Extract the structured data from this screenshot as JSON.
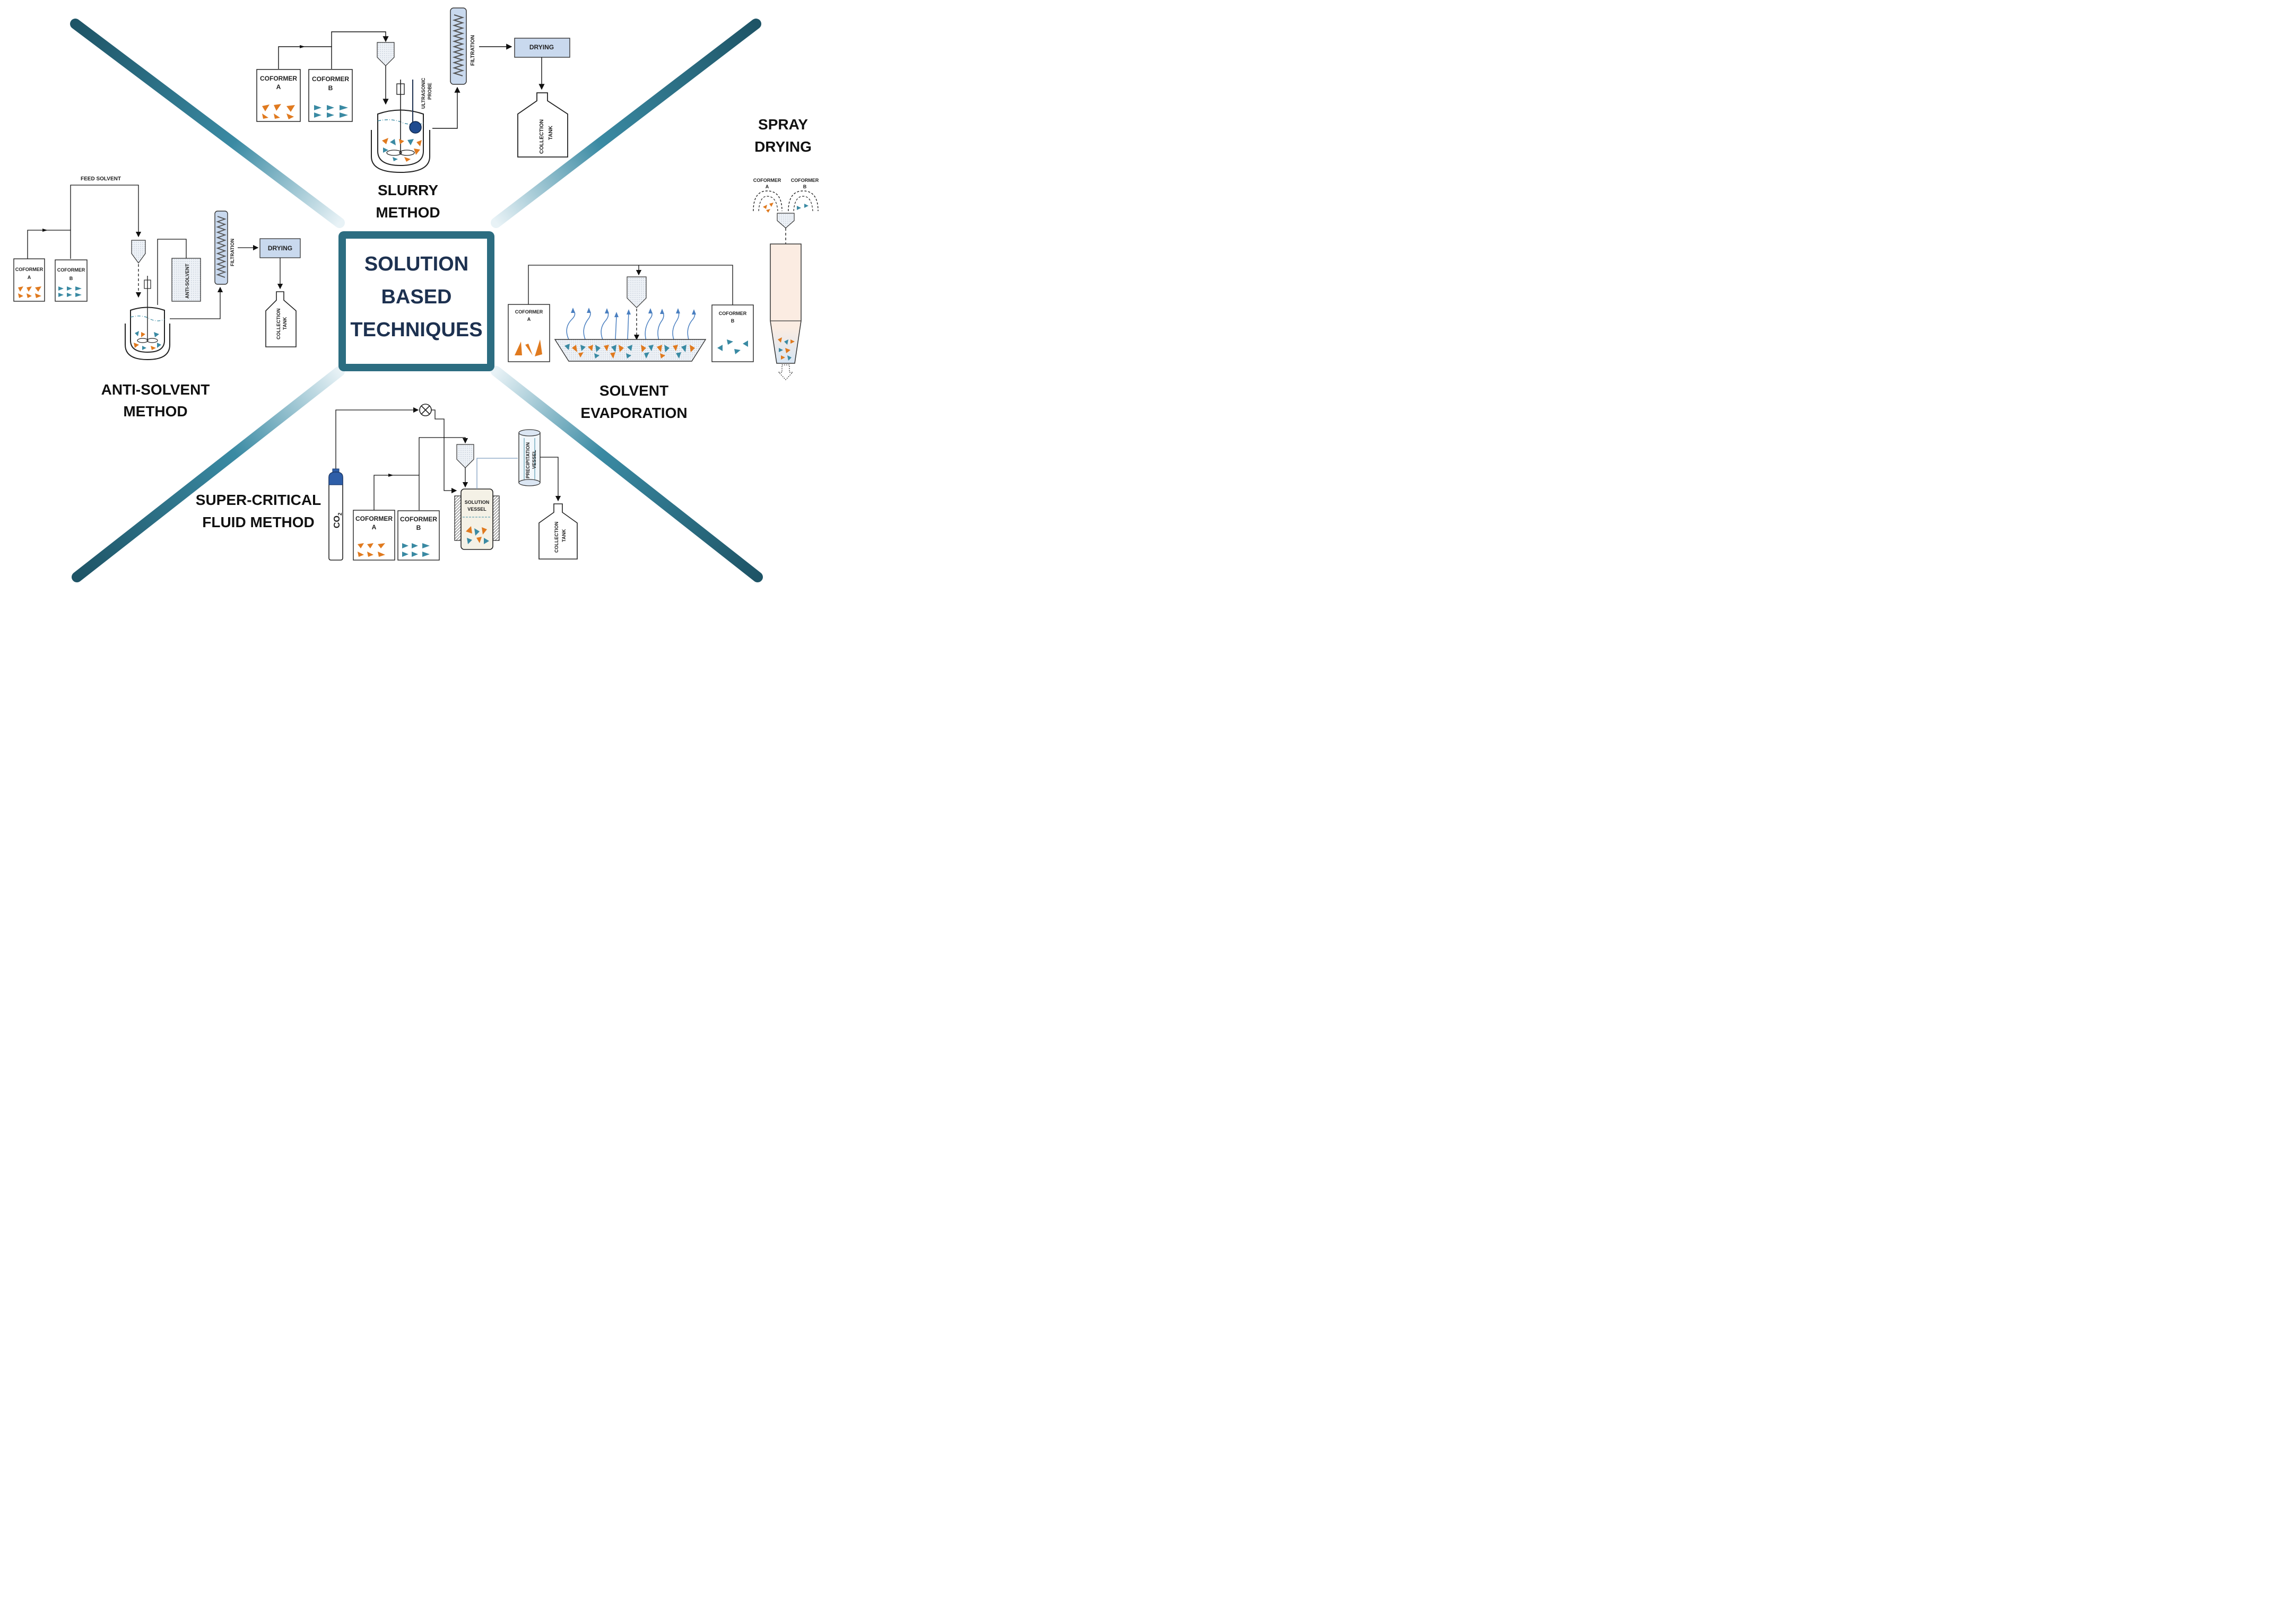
{
  "center": {
    "line1": "SOLUTION",
    "line2": "BASED",
    "line3": "TECHNIQUES"
  },
  "slurry": {
    "title1": "SLURRY",
    "title2": "METHOD",
    "coformer_a1": "COFORMER",
    "coformer_a2": "A",
    "coformer_b1": "COFORMER",
    "coformer_b2": "B",
    "probe1": "ULTRASONIC",
    "probe2": "PROBE",
    "filtration": "FILTRATION",
    "drying": "DRYING",
    "tank1": "COLLECTION",
    "tank2": "TANK"
  },
  "anti_solvent": {
    "title1": "ANTI-SOLVENT",
    "title2": "METHOD",
    "feed": "FEED SOLVENT",
    "coformer_a1": "COFORMER",
    "coformer_a2": "A",
    "coformer_b1": "COFORMER",
    "coformer_b2": "B",
    "anti": "ANTI-SOLVENT",
    "filtration": "FILTRATION",
    "drying": "DRYING",
    "tank1": "COLLECTION",
    "tank2": "TANK"
  },
  "spray": {
    "title1": "SPRAY",
    "title2": "DRYING",
    "coformer_a1": "COFORMER",
    "coformer_a2": "A",
    "coformer_b1": "COFORMER",
    "coformer_b2": "B"
  },
  "evaporation": {
    "title1": "SOLVENT",
    "title2": "EVAPORATION",
    "coformer_a1": "COFORMER",
    "coformer_a2": "A",
    "coformer_b1": "COFORMER",
    "coformer_b2": "B"
  },
  "scf": {
    "title1": "SUPER-CRITICAL",
    "title2": "FLUID METHOD",
    "co2": "CO",
    "co2_sub": "2",
    "coformer_a1": "COFORMER",
    "coformer_a2": "A",
    "coformer_b1": "COFORMER",
    "coformer_b2": "B",
    "solution1": "SOLUTION",
    "solution2": "VESSEL",
    "precip1": "PRECIPITATION",
    "precip2": "VESSEL",
    "tank1": "COLLECTION",
    "tank2": "TANK"
  },
  "colors": {
    "teal_dark": "#1f5b6e",
    "teal": "#3a8aa3",
    "orange": "#e07a1f",
    "blue_particle": "#3a8aa3",
    "navy_text": "#1d3150",
    "box_fill": "#c9d9ee"
  }
}
